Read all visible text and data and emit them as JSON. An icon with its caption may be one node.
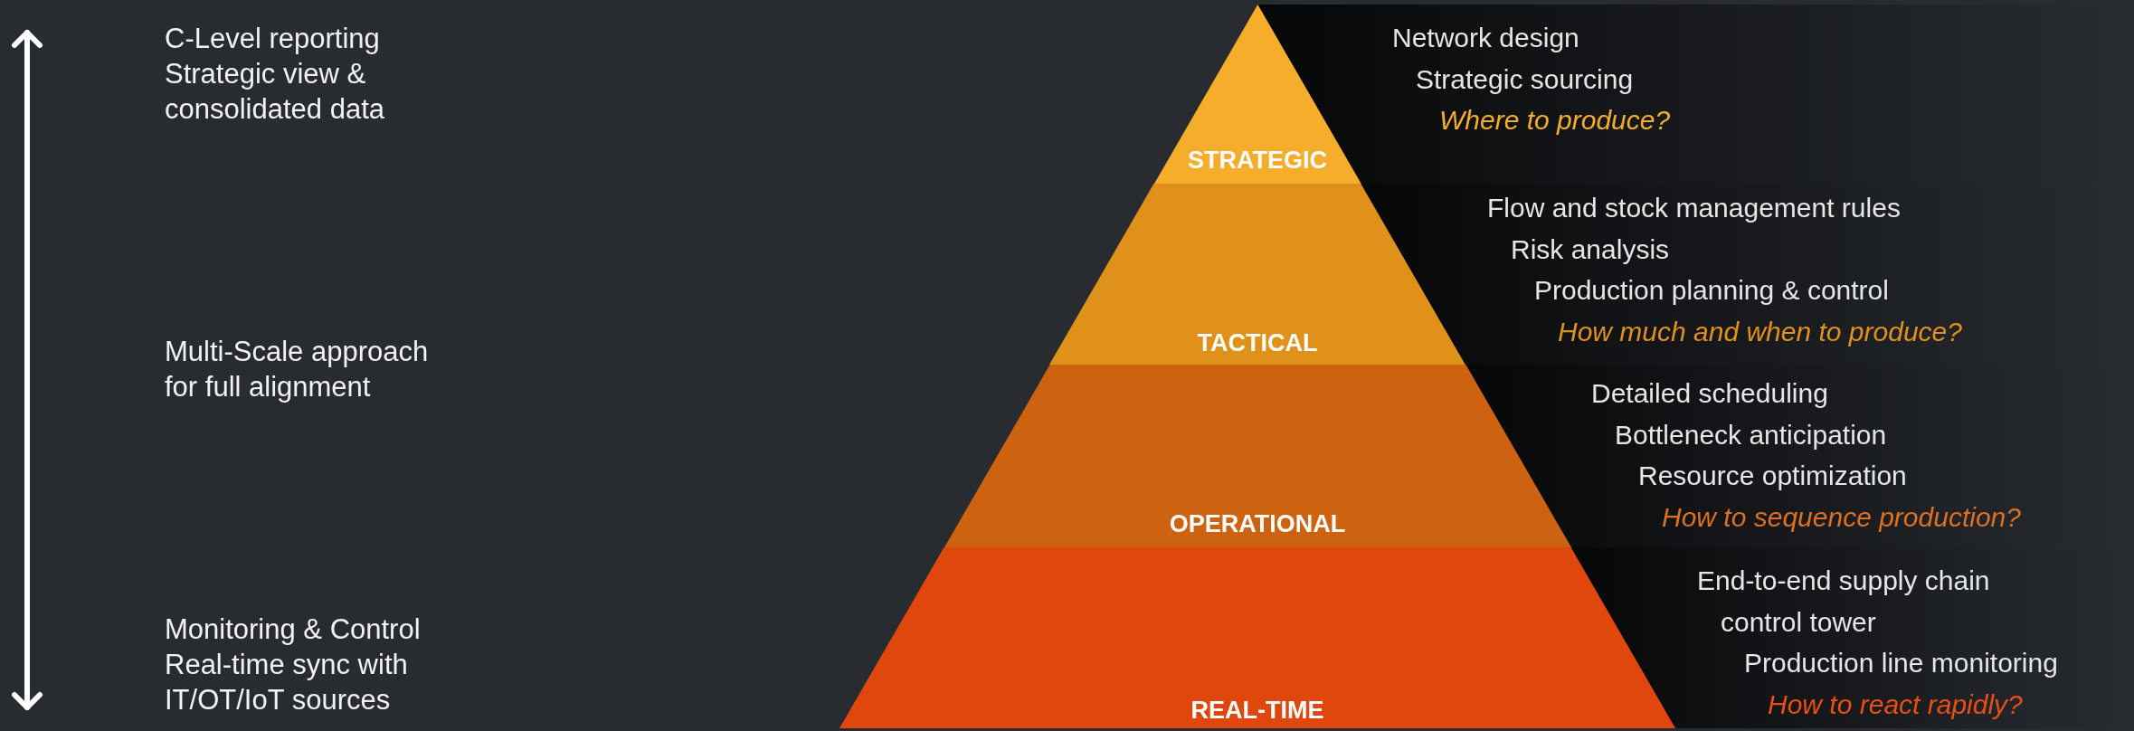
{
  "diagram": {
    "nodes": [
      {
        "text": [
          "STRATEGIC"
        ],
        "beside": [
          "Network design",
          "Strategic sourcing",
          "Where to produce?"
        ]
      },
      {
        "text": [
          "TACTICAL"
        ],
        "beside": [
          "Flow and stock management rules",
          "Risk analysis",
          "Production planning & control",
          "How much and when to produce?"
        ]
      },
      {
        "text": [
          "OPERATIONAL"
        ],
        "beside": [
          "Detailed scheduling",
          "Bottleneck anticipation",
          "Resource optimization",
          "How to sequence production?"
        ]
      },
      {
        "text": [
          "REAL-TIME"
        ],
        "beside": [
          "End-to-end supply chain",
          "control tower",
          "Production line monitoring",
          "How to react rapidly?"
        ]
      }
    ],
    "labels": [
      "C-Level reporting",
      "Strategic view & consolidated data",
      "Multi-Scale approach for full alignment",
      "Monitoring & Control",
      "Real-time sync with IT/OT/IoT sources"
    ]
  }
}
